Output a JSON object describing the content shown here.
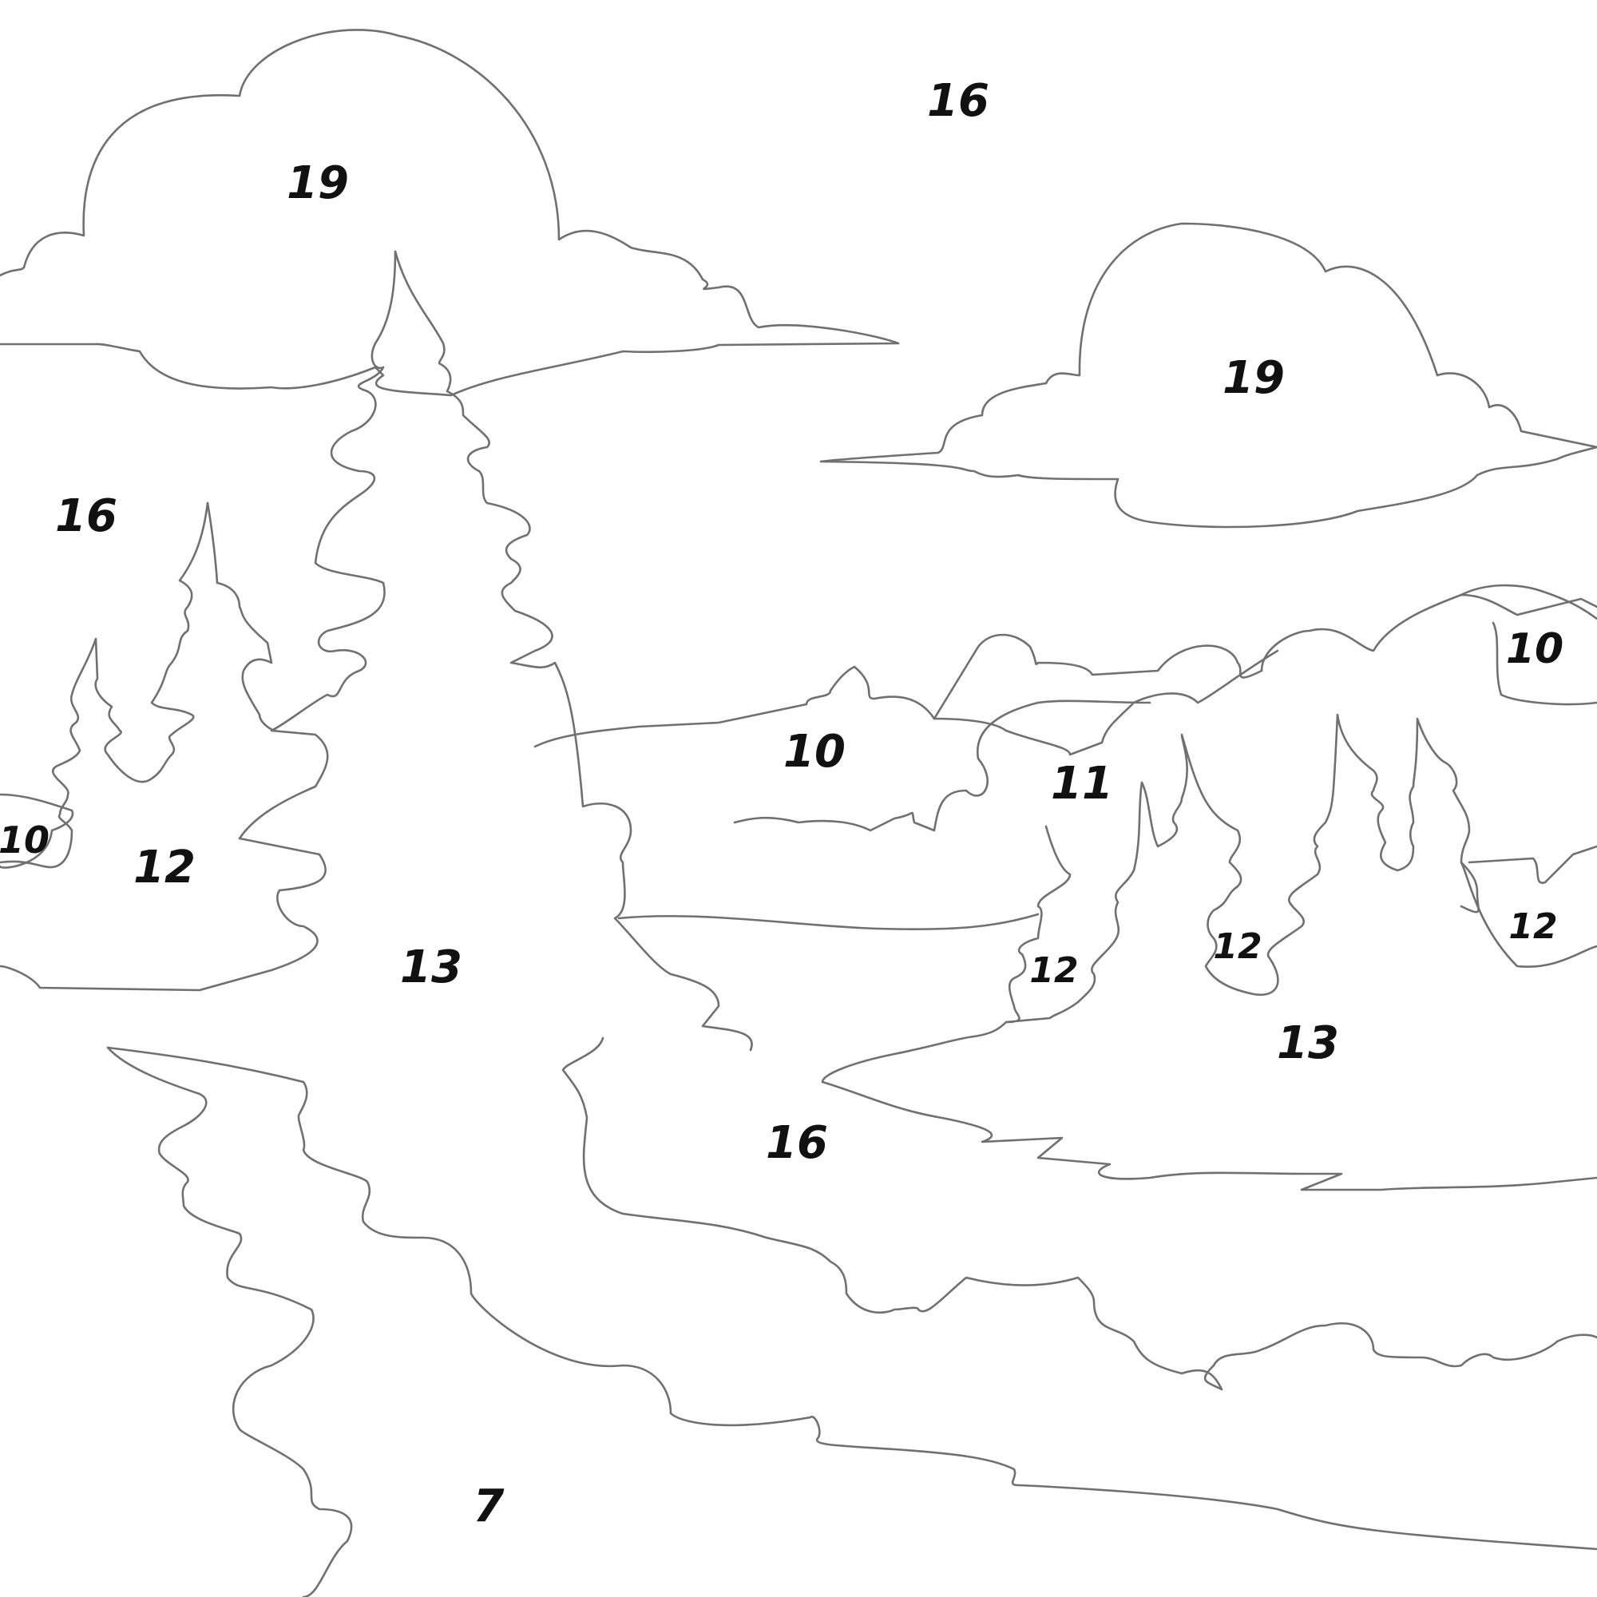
{
  "labels": {
    "sky_top": "16",
    "cloud_left": "19",
    "cloud_right": "19",
    "sky_left": "16",
    "hill_right_far": "10",
    "hill_mid": "10",
    "hill_left": "10",
    "bush_mid": "11",
    "trees_left": "12",
    "trees_right_a": "12",
    "trees_right_b": "12",
    "trees_right_c": "12",
    "big_tree": "13",
    "meadow_right": "13",
    "water": "16",
    "ground": "7"
  },
  "colors": {
    "line": "#707070",
    "number": "#111111",
    "background": "#ffffff"
  }
}
